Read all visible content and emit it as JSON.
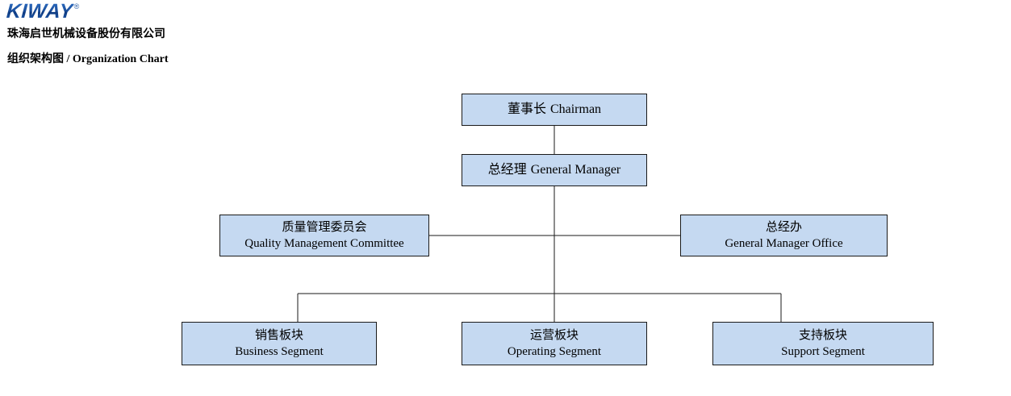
{
  "header": {
    "logo": {
      "wordmark": "KIWAY",
      "registered_mark": "®",
      "color": "#1b4f9c"
    },
    "company_name": "珠海启世机械设备股份有限公司",
    "chart_title_cn": "组织架构图",
    "chart_title_separator": " / ",
    "chart_title_en": "Organization Chart"
  },
  "theme": {
    "node_fill": "#c5d9f1",
    "node_border": "#1a1a1a",
    "connector_color": "#1a1a1a",
    "text_color": "#000000",
    "background": "#ffffff"
  },
  "chart_data": {
    "type": "diagram",
    "title": "组织架构图 / Organization Chart",
    "orientation": "top-down",
    "nodes": [
      {
        "id": "chairman",
        "cn": "董事长",
        "en": "Chairman",
        "layout": "single-line",
        "level": 0
      },
      {
        "id": "gm",
        "cn": "总经理",
        "en": "General Manager",
        "layout": "single-line",
        "level": 1
      },
      {
        "id": "quality",
        "cn": "质量管理委员会",
        "en": "Quality Management Committee",
        "layout": "two-line",
        "level": 2
      },
      {
        "id": "gmo",
        "cn": "总经办",
        "en": "General Manager Office",
        "layout": "two-line",
        "level": 2
      },
      {
        "id": "business",
        "cn": "销售板块",
        "en": "Business Segment",
        "layout": "two-line",
        "level": 3
      },
      {
        "id": "operating",
        "cn": "运营板块",
        "en": "Operating Segment",
        "layout": "two-line",
        "level": 3
      },
      {
        "id": "support",
        "cn": "支持板块",
        "en": "Support Segment",
        "layout": "two-line",
        "level": 3
      }
    ],
    "edges": [
      {
        "from": "chairman",
        "to": "gm"
      },
      {
        "from": "gm",
        "to": "quality"
      },
      {
        "from": "gm",
        "to": "gmo"
      },
      {
        "from": "gm",
        "to": "business"
      },
      {
        "from": "gm",
        "to": "operating"
      },
      {
        "from": "gm",
        "to": "support"
      }
    ]
  }
}
